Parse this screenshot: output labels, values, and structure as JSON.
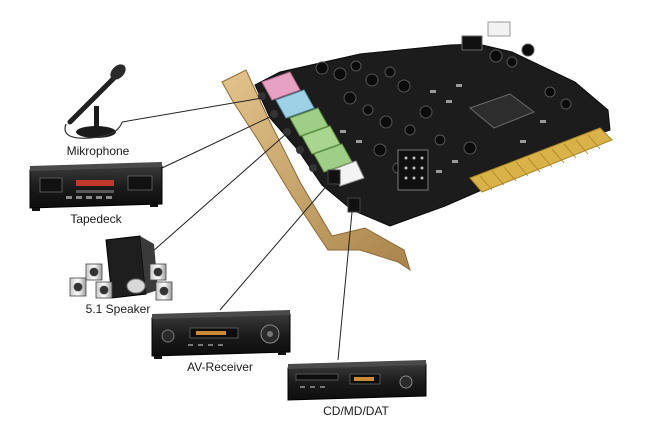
{
  "labels": {
    "mic": "Mikrophone",
    "tape": "Tapedeck",
    "speaker": "5.1 Speaker",
    "receiver": "AV-Receiver",
    "cd": "CD/MD/DAT"
  },
  "colors": {
    "pcb": "#1c1c1c",
    "gold": "#d9b24a",
    "bracket": "#c8a46a",
    "jack_pink": "#e7a1c3",
    "jack_blue": "#9fd1e6",
    "jack_green": "#9fcf86",
    "device_body": "#1f1f1f",
    "connector_line": "#222222"
  }
}
